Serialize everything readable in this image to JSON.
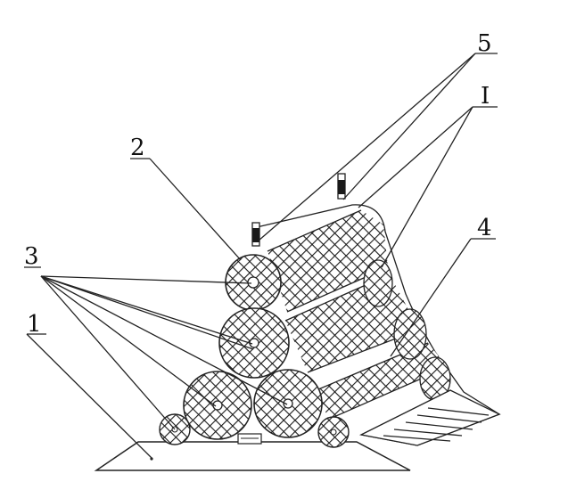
{
  "labels": {
    "base": "1",
    "top_roll": "2",
    "roll_axes": "3",
    "slope_rolls": "4",
    "straps": "5",
    "mesh_wrap": "I"
  }
}
